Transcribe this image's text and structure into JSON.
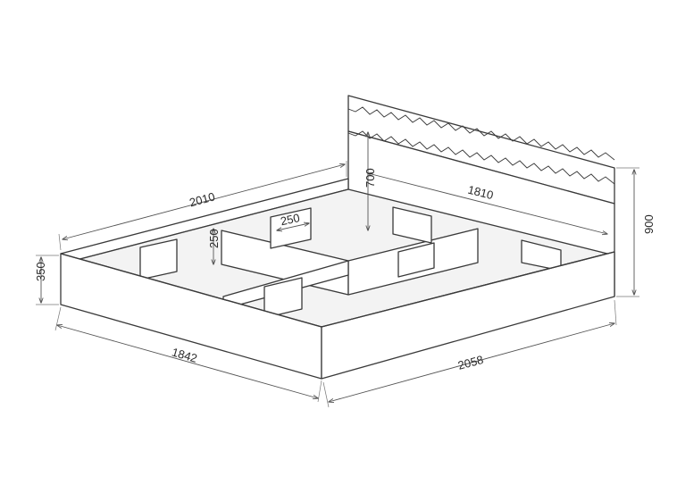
{
  "drawing": {
    "dimensions": {
      "bed_length_top": "2010",
      "bed_width_front": "1842",
      "bed_length_side": "2058",
      "inner_width": "1810",
      "side_height": "350",
      "headboard_height": "900",
      "headboard_panel_height": "700",
      "divider_height": "250",
      "divider_width": "250"
    }
  }
}
